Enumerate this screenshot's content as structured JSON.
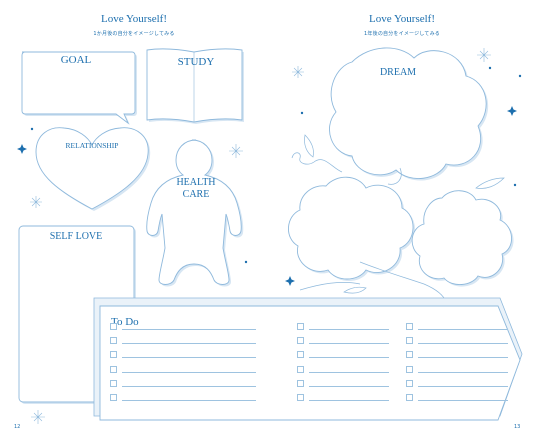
{
  "left_page": {
    "title": "Love Yourself!",
    "subtitle": "1か月後の自分をイメージしてみる",
    "page_number": "12",
    "sections": {
      "goal": "GOAL",
      "study": "STUDY",
      "relationship": "RELATIONSHIP",
      "health_line1": "HEALTH",
      "health_line2": "CARE",
      "self_love": "SELF LOVE"
    }
  },
  "right_page": {
    "title": "Love Yourself!",
    "subtitle": "1年後の自分をイメージしてみる",
    "page_number": "13",
    "sections": {
      "dream": "DREAM"
    }
  },
  "todo": {
    "title": "To Do",
    "column_rows": [
      6,
      6,
      6
    ]
  },
  "colors": {
    "accent": "#1d6fae",
    "outline": "#8fb9dc",
    "shadow": "#d7e6f3"
  }
}
